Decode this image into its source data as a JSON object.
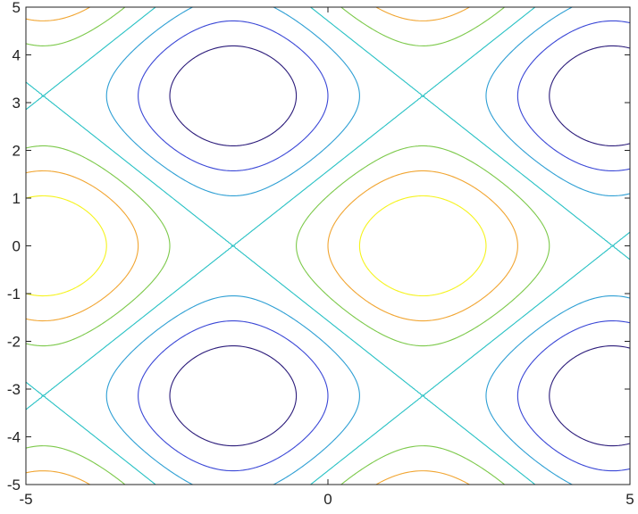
{
  "chart_data": {
    "type": "contour",
    "function": "sin(x) + cos(y)",
    "xlim": [
      -5,
      5
    ],
    "ylim": [
      -5,
      5
    ],
    "xticks": [
      -5,
      0,
      5
    ],
    "yticks": [
      -5,
      -4,
      -3,
      -2,
      -1,
      0,
      1,
      2,
      3,
      4,
      5
    ],
    "xtick_labels": [
      "-5",
      "0",
      "5"
    ],
    "ytick_labels": [
      "-5",
      "-4",
      "-3",
      "-2",
      "-1",
      "0",
      "1",
      "2",
      "3",
      "4",
      "5"
    ],
    "levels": [
      -1.5,
      -1.0,
      -0.5,
      0.0,
      0.5,
      1.0,
      1.5
    ],
    "level_colors": [
      "#2b1b7a",
      "#3a47d6",
      "#2e9fd4",
      "#27c1c4",
      "#7cc94a",
      "#f1a531",
      "#f5f31e"
    ],
    "grid": false,
    "title": "",
    "xlabel": "",
    "ylabel": ""
  }
}
